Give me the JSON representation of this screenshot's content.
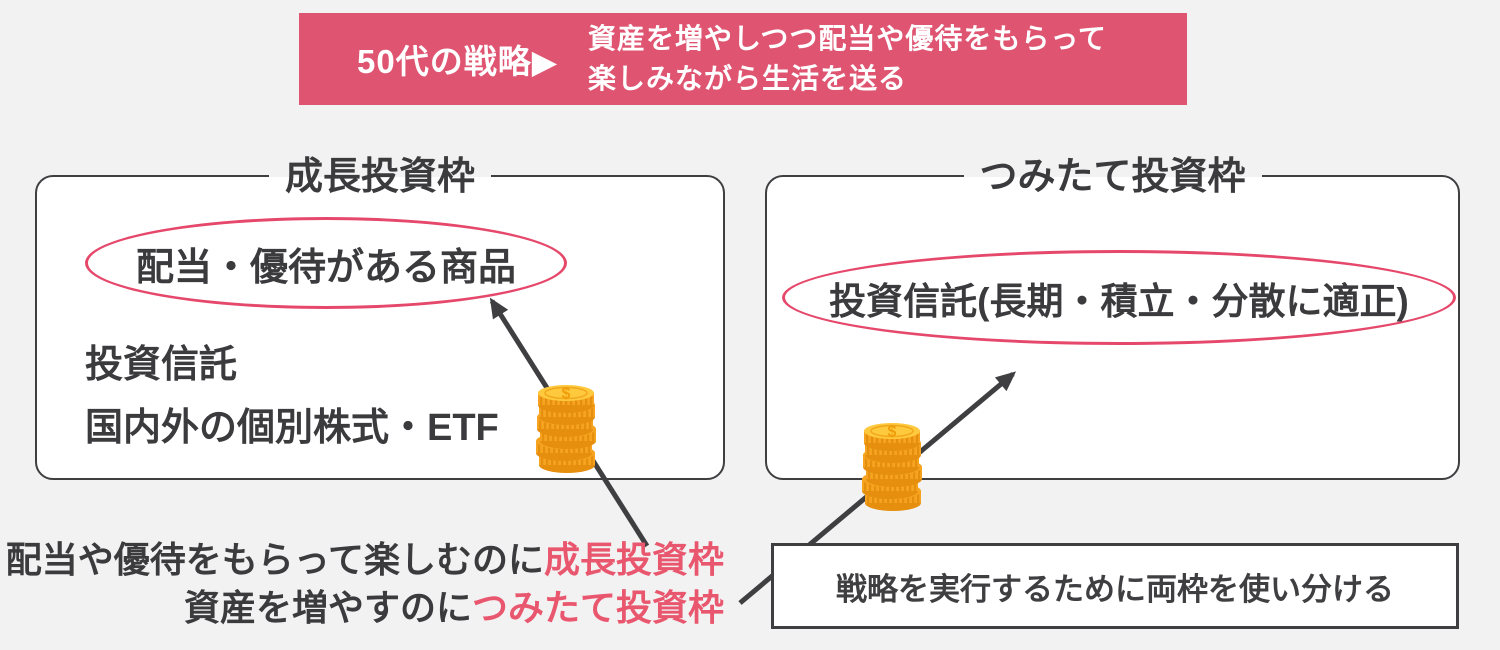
{
  "banner": {
    "label": "50代の戦略▶",
    "line1": "資産を増やしつつ配当や優待をもらって",
    "line2": "楽しみながら生活を送る"
  },
  "growth_box": {
    "title": "成長投資枠",
    "highlight": "配当・優待がある商品",
    "items": [
      "投資信託",
      "国内外の個別株式・ETF"
    ]
  },
  "tsumitate_box": {
    "title": "つみたて投資枠",
    "highlight": "投資信託(長期・積立・分散に適正)"
  },
  "bottom_note": {
    "line1_plain": "配当や優待をもらって楽しむのに",
    "line1_accent": "成長投資枠",
    "line2_plain": "資産を増やすのに",
    "line2_accent": "つみたて投資枠"
  },
  "strategy_box": {
    "text": "戦略を実行するために両枠を使い分ける"
  },
  "coin": {
    "symbol": "$"
  },
  "colors": {
    "background": "#f2f2f2",
    "banner_pink": "#df5471",
    "accent_pink": "#e9576f",
    "oval_stroke": "#e5486b",
    "dark_text": "#3b3b3e",
    "coin_orange": "#f6a41f",
    "coin_ridge": "#e68e0e",
    "coin_top": "#ffc93e"
  }
}
